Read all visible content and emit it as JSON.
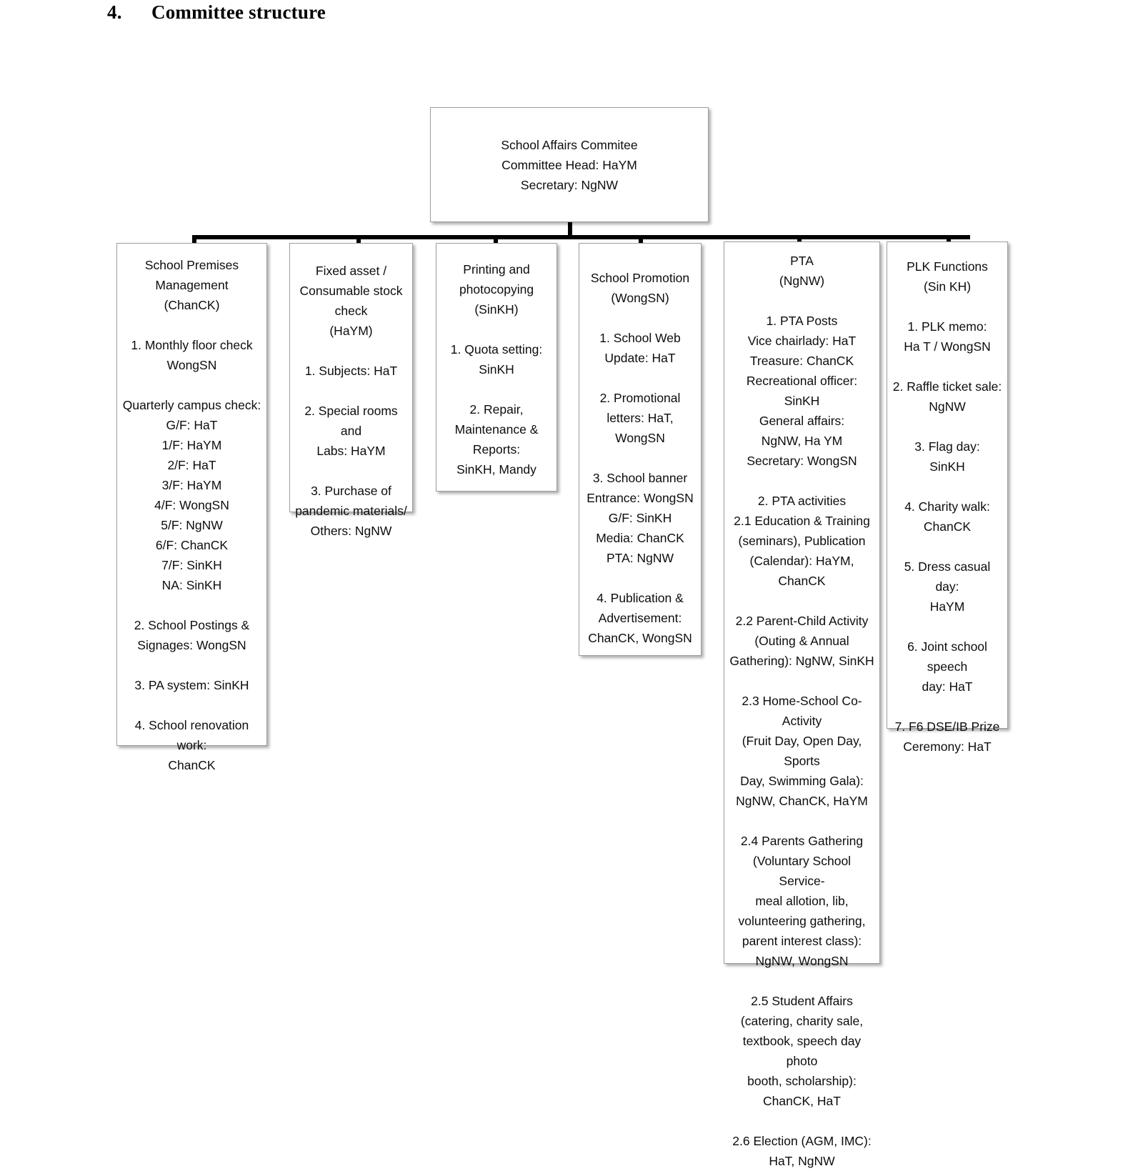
{
  "heading": {
    "number": "4.",
    "title": "Committee structure"
  },
  "chart_data": {
    "type": "diagram",
    "diagram_kind": "organizational-chart",
    "root": {
      "name": "school-affairs-committee",
      "lines": [
        "School Affairs Commitee",
        "Committee Head: HaYM",
        "Secretary: NgNW"
      ]
    },
    "children": [
      {
        "name": "school-premises-management",
        "title": [
          "School Premises",
          "Management"
        ],
        "owner": "(ChanCK)",
        "blocks": [
          [
            "1. Monthly floor check",
            "WongSN"
          ],
          [
            "Quarterly campus check:",
            "G/F: HaT",
            "1/F: HaYM",
            "2/F: HaT",
            "3/F: HaYM",
            "4/F: WongSN",
            "5/F: NgNW",
            "6/F: ChanCK",
            "7/F: SinKH",
            "NA: SinKH"
          ],
          [
            "2. School Postings &",
            "Signages: WongSN"
          ],
          [
            "3. PA system: SinKH"
          ],
          [
            "4. School  renovation work:",
            "ChanCK"
          ]
        ]
      },
      {
        "name": "fixed-asset-consumable-stock-check",
        "title": [
          "Fixed asset /",
          "Consumable stock",
          "check"
        ],
        "owner": "(HaYM)",
        "blocks": [
          [
            "1. Subjects: HaT"
          ],
          [
            "2. Special rooms and",
            "Labs: HaYM"
          ],
          [
            "3. Purchase of",
            "pandemic materials/",
            "Others: NgNW"
          ]
        ]
      },
      {
        "name": "printing-and-photocopying",
        "title": [
          "Printing and",
          "photocopying"
        ],
        "owner": "(SinKH)",
        "blocks": [
          [
            "1. Quota setting:",
            "SinKH"
          ],
          [
            "2. Repair,",
            "Maintenance &",
            "Reports:",
            "SinKH, Mandy"
          ]
        ]
      },
      {
        "name": "school-promotion",
        "title": [
          "School Promotion"
        ],
        "owner": "(WongSN)",
        "blocks": [
          [
            "1. School Web",
            "Update: HaT"
          ],
          [
            "2. Promotional",
            "letters: HaT, WongSN"
          ],
          [
            "3. School banner",
            "Entrance: WongSN",
            "G/F: SinKH",
            "Media: ChanCK",
            "PTA: NgNW"
          ],
          [
            "4. Publication &",
            "Advertisement:",
            "ChanCK, WongSN"
          ]
        ]
      },
      {
        "name": "pta",
        "title": [
          "PTA"
        ],
        "owner": "(NgNW)",
        "blocks": [
          [
            "1. PTA Posts",
            "Vice chairlady: HaT",
            "Treasure: ChanCK",
            "Recreational officer: SinKH",
            "General affairs:",
            "NgNW,  Ha YM",
            "Secretary: WongSN"
          ],
          [
            "2. PTA activities",
            "2.1 Education & Training",
            "(seminars), Publication",
            "(Calendar): HaYM, ChanCK"
          ],
          [
            "2.2 Parent-Child Activity",
            "(Outing & Annual",
            "Gathering): NgNW, SinKH"
          ],
          [
            "2.3 Home-School Co-Activity",
            "(Fruit Day, Open Day, Sports",
            "Day, Swimming Gala):",
            "NgNW, ChanCK, HaYM"
          ],
          [
            "2.4 Parents Gathering",
            "(Voluntary School Service-",
            "meal allotion, lib,",
            "volunteering gathering,",
            "parent interest class):",
            "NgNW, WongSN"
          ],
          [
            "2.5 Student Affairs",
            "(catering, charity sale,",
            "textbook, speech day photo",
            "booth, scholarship):",
            "ChanCK, HaT"
          ],
          [
            "2.6 Election (AGM, IMC):",
            "HaT, NgNW"
          ]
        ]
      },
      {
        "name": "plk-functions",
        "title": [
          "PLK Functions"
        ],
        "owner": "(Sin KH)",
        "blocks": [
          [
            "1. PLK memo:",
            "Ha T / WongSN"
          ],
          [
            "2. Raffle ticket sale:",
            "NgNW"
          ],
          [
            "3. Flag day:",
            "SinKH"
          ],
          [
            "4. Charity walk:",
            "ChanCK"
          ],
          [
            "5. Dress casual day:",
            "HaYM"
          ],
          [
            "6. Joint school speech",
            "day: HaT"
          ],
          [
            "7. F6 DSE/IB Prize",
            "Ceremony: HaT"
          ]
        ]
      }
    ],
    "colors": {
      "box_border": "#9d9d9d",
      "connector": "#000000",
      "text": "#0d0d0d",
      "background": "#ffffff"
    }
  }
}
